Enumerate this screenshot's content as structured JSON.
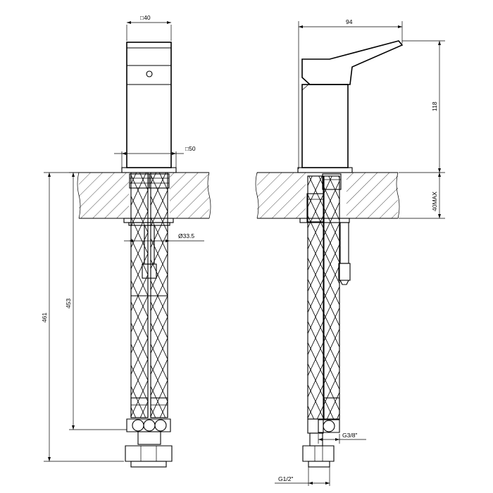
{
  "front_view": {
    "body_width_label": "□40",
    "base_width_label": "□50",
    "hole_diameter_label": "Ø33.5",
    "total_height_label": "461",
    "hose_length_label": "453"
  },
  "side_view": {
    "depth_label": "94",
    "height_label": "118",
    "deck_thickness_label": "40MAX",
    "hose_thread_label": "G3/8\"",
    "inlet_thread_label": "G1/2\""
  }
}
